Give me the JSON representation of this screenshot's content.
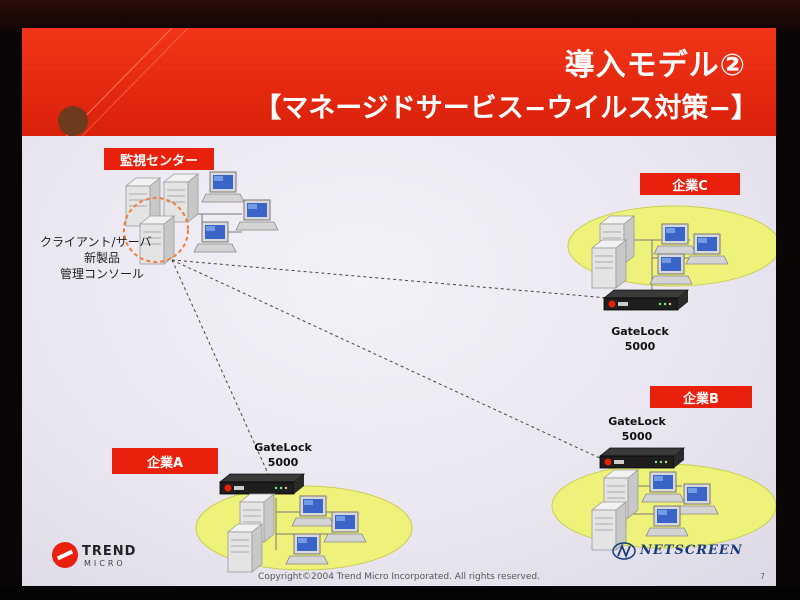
{
  "slide": {
    "title": "導入モデル②",
    "subtitle": "【マネージドサービス−ウイルス対策−】",
    "monitoring_center_label": "監視センター",
    "client_desc": [
      "クライアント/サーバ",
      "新製品",
      "管理コンソール"
    ],
    "company_a_label": "企業A",
    "company_b_label": "企業B",
    "company_c_label": "企業C",
    "gatelock_a": [
      "GateLock",
      "5000"
    ],
    "gatelock_b": [
      "GateLock",
      "5000"
    ],
    "gatelock_c": [
      "GateLock",
      "5000"
    ],
    "trend_micro_logo": {
      "trend": "TREND",
      "micro": "MICRO"
    },
    "netscreen_logo": "NETSCREEN",
    "copyright": "Copyright©2004 Trend Micro Incorporated. All rights reserved.",
    "page_number": "7"
  },
  "colors": {
    "banner_red": "#e8200c",
    "label_red": "#e8200c",
    "ellipse_yellow": "#eef27a",
    "dashed_ring": "#f07f3a"
  },
  "icons": [
    "server-icon",
    "pc-icon",
    "gateway-device-icon",
    "trend-micro-logo-icon",
    "netscreen-logo-icon"
  ]
}
